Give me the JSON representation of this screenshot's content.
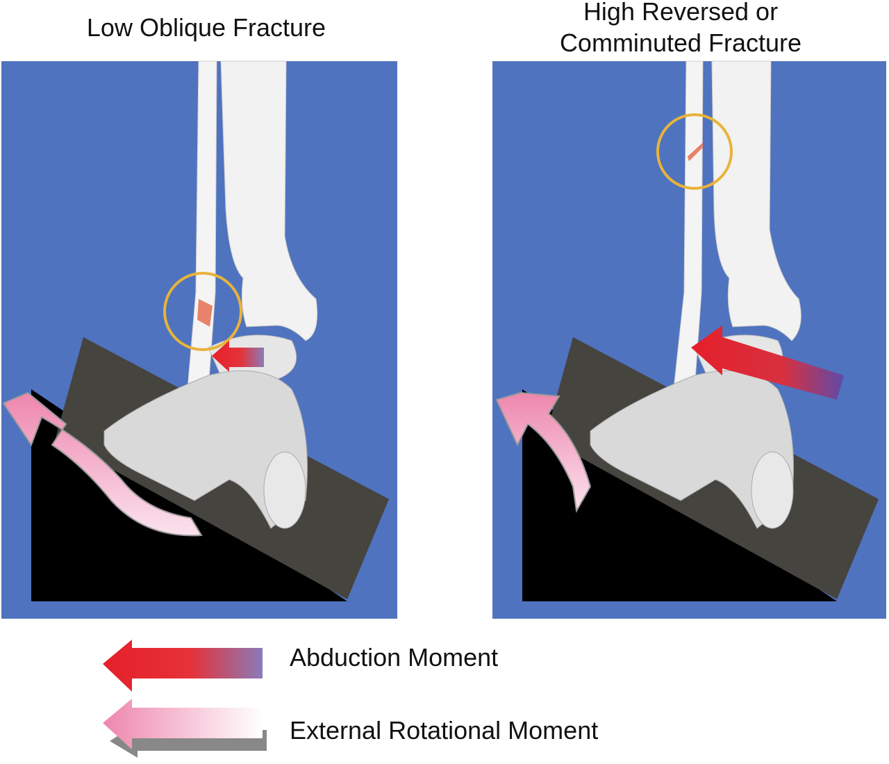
{
  "panels": [
    {
      "title": "Low Oblique Fracture"
    },
    {
      "title_line1": "High Reversed or",
      "title_line2": "Comminuted Fracture"
    }
  ],
  "legend": {
    "abduction": "Abduction Moment",
    "external_rotation": "External Rotational Moment"
  },
  "colors": {
    "background_panel": "#4f73bf",
    "wedge": "#000000",
    "slab": "#46443f",
    "bone": "#f2f2f2",
    "fracture_circle": "#e8b33a",
    "abduction_arrow": "#e5202b",
    "rotation_arrow": "#f29bbd"
  }
}
